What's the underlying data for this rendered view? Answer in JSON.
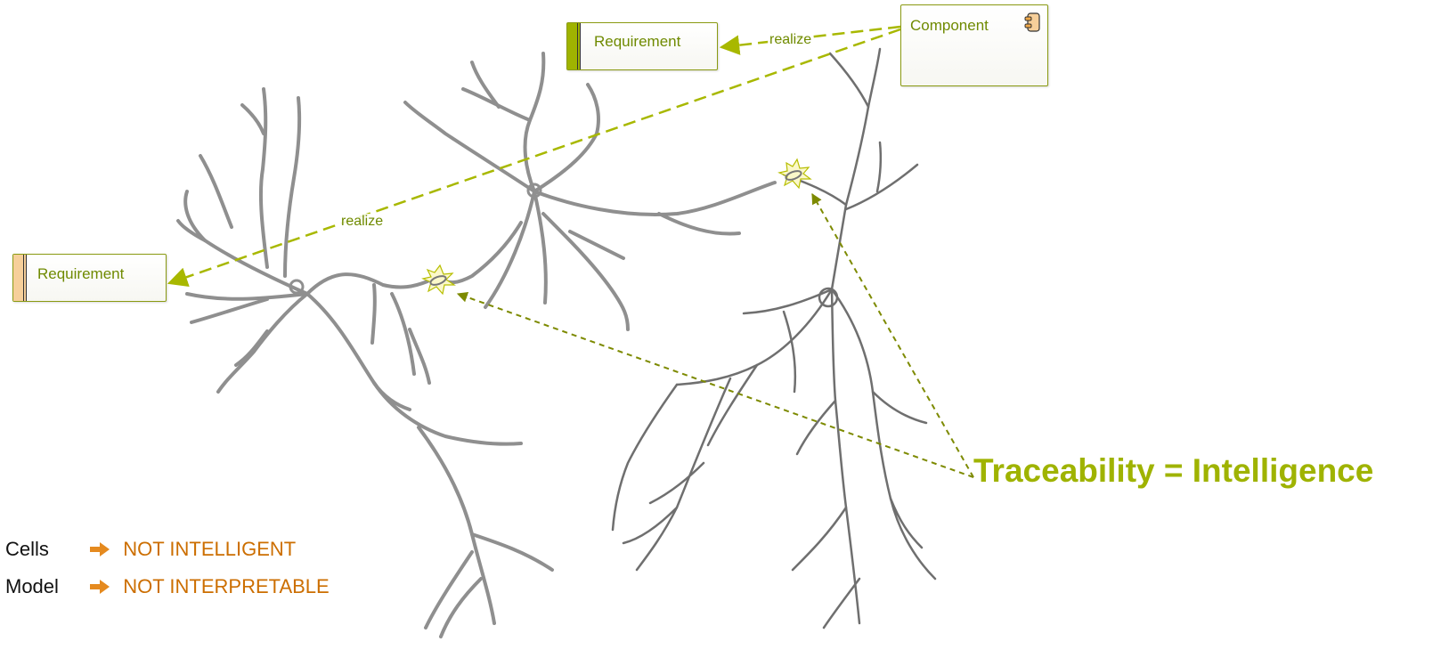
{
  "diagram": {
    "requirement_top": {
      "label": "Requirement"
    },
    "requirement_left": {
      "label": "Requirement"
    },
    "component": {
      "label": "Component",
      "icon": "component-icon"
    },
    "relations": [
      {
        "label": "realize",
        "from": "Component",
        "to": "Requirement (top)"
      },
      {
        "label": "realize",
        "from": "Component",
        "to": "Requirement (left)"
      }
    ],
    "headline": "Traceability = Intelligence",
    "legend": [
      {
        "term": "Cells",
        "value": "NOT INTELLIGENT"
      },
      {
        "term": "Model",
        "value": "NOT INTERPRETABLE"
      }
    ]
  },
  "colors": {
    "accent": "#9fb300",
    "text_green": "#6f8a00",
    "dashed_link": "#8a9a12",
    "warning": "#cc6e00",
    "neuron": "#8a8a8a",
    "req_top_stripe": "#9fb300",
    "req_left_stripe": "#f6cf9a"
  }
}
